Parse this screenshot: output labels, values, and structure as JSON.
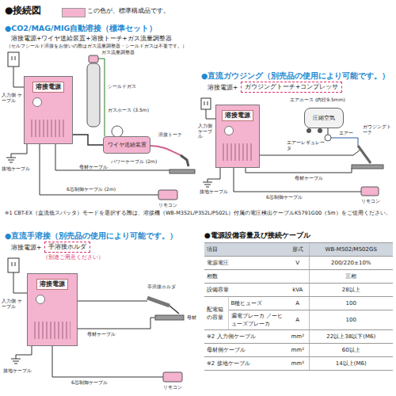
{
  "diagram": {
    "title": "●接続図",
    "nodes": [
      {
        "text": [
          "溶接電源"
        ]
      },
      {
        "text": [
          "ワイヤ送給装置"
        ]
      },
      {
        "text": [
          "ガウジングトーチ+コンプレッサ"
        ]
      },
      {
        "text": [
          "溶接電源"
        ]
      },
      {
        "text": [
          "圧縮空気"
        ]
      },
      {
        "text": [
          "手溶接ホルダ"
        ]
      },
      {
        "text": [
          "溶接電源"
        ]
      }
    ],
    "edges": [
      {
        "from": 0,
        "to": 1,
        "arrow": "none"
      }
    ],
    "labels": [
      "●CO2/MAG/MIG自動溶接（標準セット）",
      "溶接電源+ワイヤ送給装置+溶接トーチ+ガス流量調整器",
      "（セルフシールド溶接をお使いの際はガス流量調整器・シールドガスは不要です。）",
      "入力側 ケーブル",
      "ガスホース (3.5m)",
      "ガス流量調整器",
      "シールドガス",
      "溶接トーチ",
      "パワーケーブル (2m)",
      "母材ケーブル",
      "接地ケーブル",
      "6芯制御ケーブル (2m)",
      "リモコン",
      "●直流ガウジング（別売品の使用により可能です。）",
      "溶接電源+",
      "入力側 ケーブル",
      "エアホース (内径9.5mm)",
      "エアー",
      "エアーレギュレータ",
      "ガウジングトーチ",
      "母材ケーブル",
      "接地ケーブル",
      "6芯制御ケーブル",
      "リモコン",
      "※1 CBT-EX（直流低スパッタ）モードを選択する際は、溶接機（WB-M352L/P352L/P502L）付属の電圧検出ケーブルK5791G00（5m）をご使用ください。",
      "●直流手溶接（別売品の使用により可能です。）",
      "溶接電源+",
      "（別途ご用意ください）",
      "入力側 ケーブル",
      "手溶接ホルダ",
      "母材",
      "母材ケーブル",
      "接地ケーブル",
      "6芯制御ケーブル",
      "リモコン",
      "●電源設備容量及び接続ケーブル",
      "項目",
      "形式",
      "WB-M502/M502GS",
      "電源電圧",
      "V",
      "200/220±10%",
      "相数",
      "三相",
      "設備容量",
      "kVA",
      "28以上",
      "配電箱の容量",
      "B種ヒューズ",
      "A",
      "100",
      "漏電ブレーカ ノーヒューズブレーカ",
      "A",
      "100",
      "※2 入力側ケーブル",
      "mm²",
      "22以上38以下(M6)",
      "母材側ケーブル",
      "mm²",
      "60以上",
      "※2 接地ケーブル",
      "mm²",
      "14以上(M6)"
    ],
    "legend": [
      {
        "text": "この色が、標準構成品です。",
        "color": "#f4b3cf"
      }
    ]
  }
}
